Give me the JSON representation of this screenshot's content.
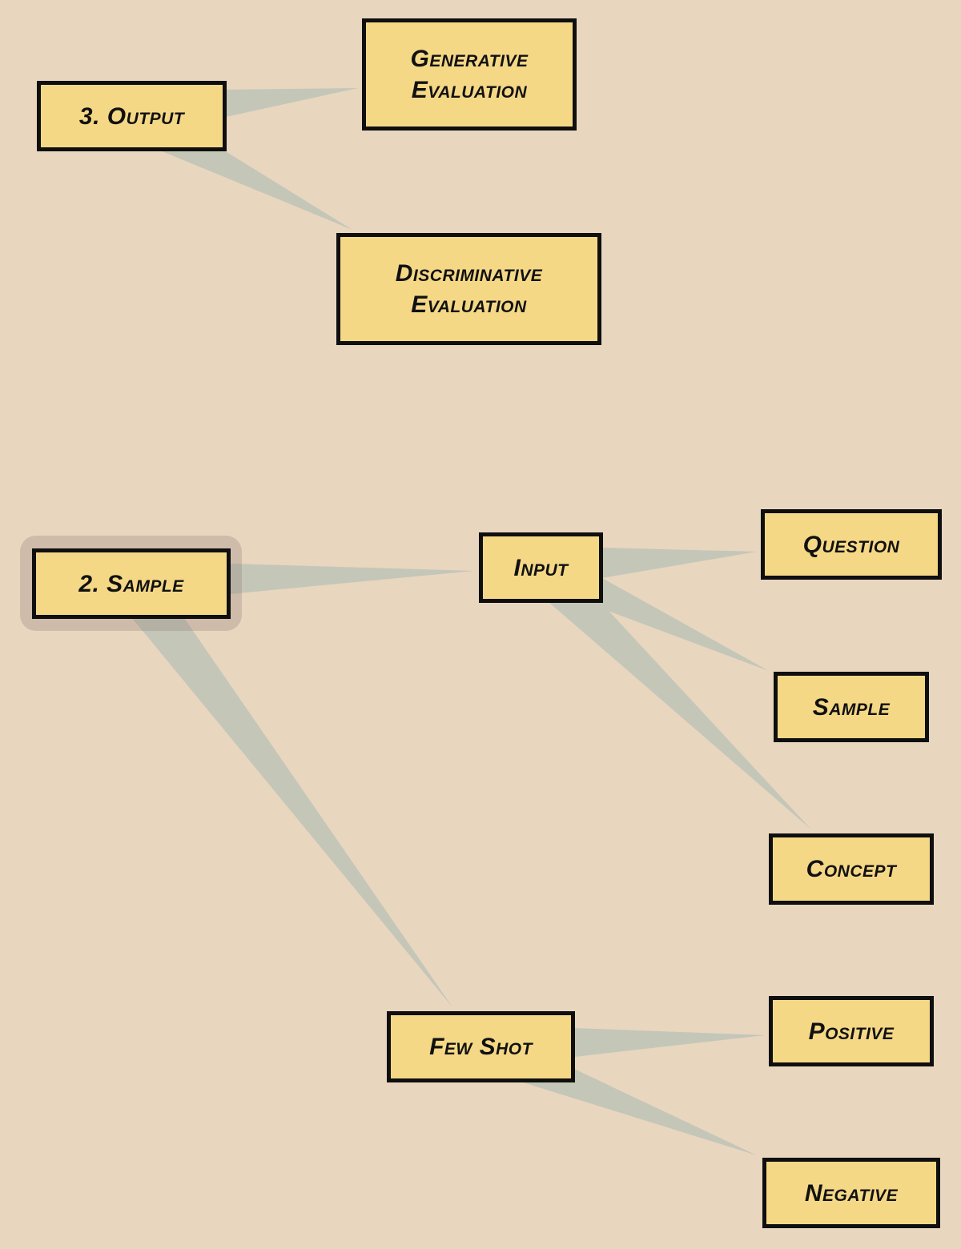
{
  "nodes": {
    "output": "3. Output",
    "generative": "Generative\nEvaluation",
    "discriminative": "Discriminative\nEvaluation",
    "sample_root": "2. Sample",
    "input": "Input",
    "question": "Question",
    "sample": "Sample",
    "concept": "Concept",
    "few_shot": "Few Shot",
    "positive": "Positive",
    "negative": "Negative"
  },
  "edges": [
    [
      "output",
      "generative"
    ],
    [
      "output",
      "discriminative"
    ],
    [
      "sample_root",
      "input"
    ],
    [
      "sample_root",
      "few_shot"
    ],
    [
      "input",
      "question"
    ],
    [
      "input",
      "sample"
    ],
    [
      "input",
      "concept"
    ],
    [
      "few_shot",
      "positive"
    ],
    [
      "few_shot",
      "negative"
    ]
  ],
  "selected": "sample_root",
  "colors": {
    "background": "#e8d6bf",
    "node_fill": "#f5d886",
    "node_border": "#0f0f0f",
    "edge": "#c4c6b8"
  }
}
